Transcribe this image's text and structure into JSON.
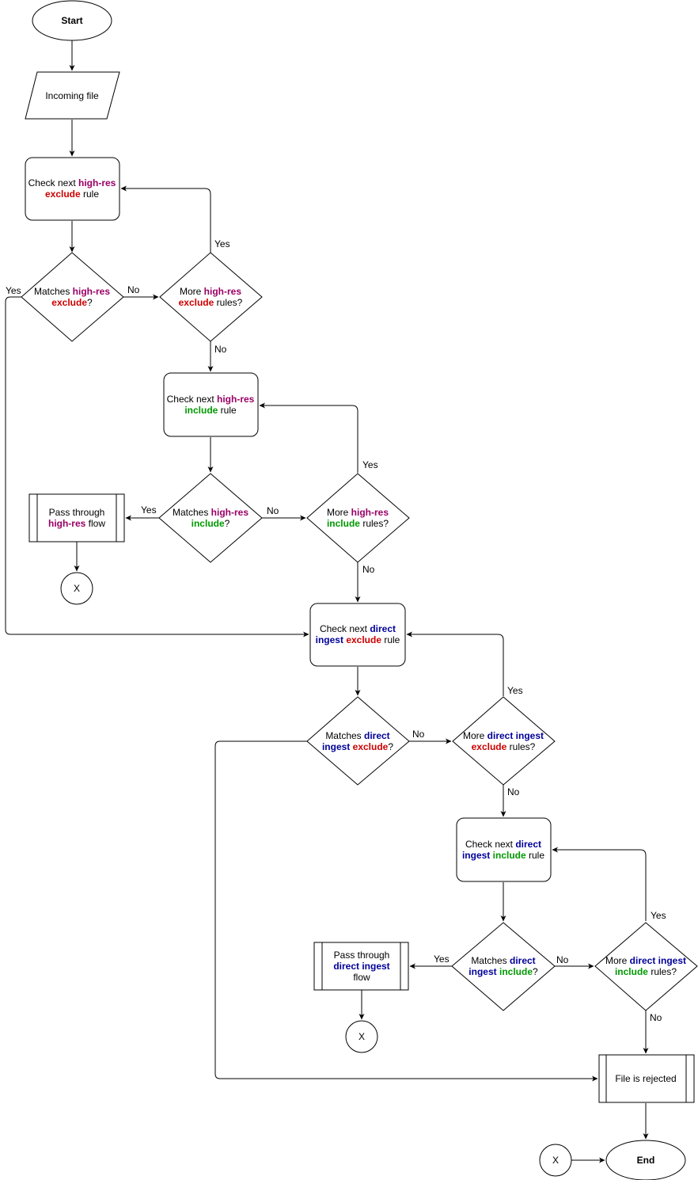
{
  "colors": {
    "highres": "#990066",
    "exclude": "#cc0000",
    "include": "#009900",
    "direct": "#000099",
    "text": "#000000",
    "stroke": "#000000"
  },
  "nodes": {
    "start": "Start",
    "incoming": "Incoming file",
    "check_hr_excl": [
      [
        {
          "t": "Check next "
        },
        {
          "t": "high-res",
          "c": "highres",
          "b": true
        }
      ],
      [
        {
          "t": "exclude",
          "c": "exclude",
          "b": true
        },
        {
          "t": " rule"
        }
      ]
    ],
    "match_hr_excl": [
      [
        {
          "t": "Matches "
        },
        {
          "t": "high-res",
          "c": "highres",
          "b": true
        }
      ],
      [
        {
          "t": "exclude",
          "c": "exclude",
          "b": true
        },
        {
          "t": "?"
        }
      ]
    ],
    "more_hr_excl": [
      [
        {
          "t": "More "
        },
        {
          "t": "high-res",
          "c": "highres",
          "b": true
        }
      ],
      [
        {
          "t": "exclude",
          "c": "exclude",
          "b": true
        },
        {
          "t": " rules?"
        }
      ]
    ],
    "check_hr_incl": [
      [
        {
          "t": "Check next "
        },
        {
          "t": "high-res",
          "c": "highres",
          "b": true
        }
      ],
      [
        {
          "t": "include",
          "c": "include",
          "b": true
        },
        {
          "t": " rule"
        }
      ]
    ],
    "match_hr_incl": [
      [
        {
          "t": "Matches "
        },
        {
          "t": "high-res",
          "c": "highres",
          "b": true
        }
      ],
      [
        {
          "t": "include",
          "c": "include",
          "b": true
        },
        {
          "t": "?"
        }
      ]
    ],
    "more_hr_incl": [
      [
        {
          "t": "More "
        },
        {
          "t": "high-res",
          "c": "highres",
          "b": true
        }
      ],
      [
        {
          "t": "include",
          "c": "include",
          "b": true
        },
        {
          "t": " rules?"
        }
      ]
    ],
    "pass_hr": [
      [
        {
          "t": "Pass through"
        }
      ],
      [
        {
          "t": "high-res",
          "c": "highres",
          "b": true
        },
        {
          "t": " flow"
        }
      ]
    ],
    "check_di_excl": [
      [
        {
          "t": "Check next "
        },
        {
          "t": "direct",
          "c": "direct",
          "b": true
        }
      ],
      [
        {
          "t": "ingest",
          "c": "direct",
          "b": true
        },
        {
          "t": " "
        },
        {
          "t": "exclude",
          "c": "exclude",
          "b": true
        },
        {
          "t": " rule"
        }
      ]
    ],
    "match_di_excl": [
      [
        {
          "t": "Matches "
        },
        {
          "t": "direct",
          "c": "direct",
          "b": true
        }
      ],
      [
        {
          "t": "ingest",
          "c": "direct",
          "b": true
        },
        {
          "t": " "
        },
        {
          "t": "exclude",
          "c": "exclude",
          "b": true
        },
        {
          "t": "?"
        }
      ]
    ],
    "more_di_excl": [
      [
        {
          "t": "More "
        },
        {
          "t": "direct ingest",
          "c": "direct",
          "b": true
        }
      ],
      [
        {
          "t": "exclude",
          "c": "exclude",
          "b": true
        },
        {
          "t": " rules?"
        }
      ]
    ],
    "check_di_incl": [
      [
        {
          "t": "Check next "
        },
        {
          "t": "direct",
          "c": "direct",
          "b": true
        }
      ],
      [
        {
          "t": "ingest",
          "c": "direct",
          "b": true
        },
        {
          "t": " "
        },
        {
          "t": "include",
          "c": "include",
          "b": true
        },
        {
          "t": " rule"
        }
      ]
    ],
    "match_di_incl": [
      [
        {
          "t": "Matches "
        },
        {
          "t": "direct",
          "c": "direct",
          "b": true
        }
      ],
      [
        {
          "t": "ingest",
          "c": "direct",
          "b": true
        },
        {
          "t": " "
        },
        {
          "t": "include",
          "c": "include",
          "b": true
        },
        {
          "t": "?"
        }
      ]
    ],
    "more_di_incl": [
      [
        {
          "t": "More "
        },
        {
          "t": "direct ingest",
          "c": "direct",
          "b": true
        }
      ],
      [
        {
          "t": "include",
          "c": "include",
          "b": true
        },
        {
          "t": " rules?"
        }
      ]
    ],
    "pass_di": [
      [
        {
          "t": "Pass through"
        }
      ],
      [
        {
          "t": "direct ingest",
          "c": "direct",
          "b": true
        }
      ],
      [
        {
          "t": "flow"
        }
      ]
    ],
    "rejected": "File is rejected",
    "end": "End",
    "connector_x1": "X",
    "connector_x2": "X",
    "connector_x3": "X"
  },
  "edge_labels": {
    "yes_more_hr_excl": "Yes",
    "yes_match_hr_excl": "Yes",
    "no_match_hr_excl": "No",
    "no_more_hr_excl": "No",
    "yes_more_hr_incl": "Yes",
    "yes_match_hr_incl": "Yes",
    "no_match_hr_incl": "No",
    "no_more_hr_incl": "No",
    "yes_more_di_excl": "Yes",
    "no_match_di_excl": "No",
    "no_more_di_excl": "No",
    "yes_more_di_incl": "Yes",
    "yes_match_di_incl": "Yes",
    "no_match_di_incl": "No",
    "no_more_di_incl": "No"
  }
}
